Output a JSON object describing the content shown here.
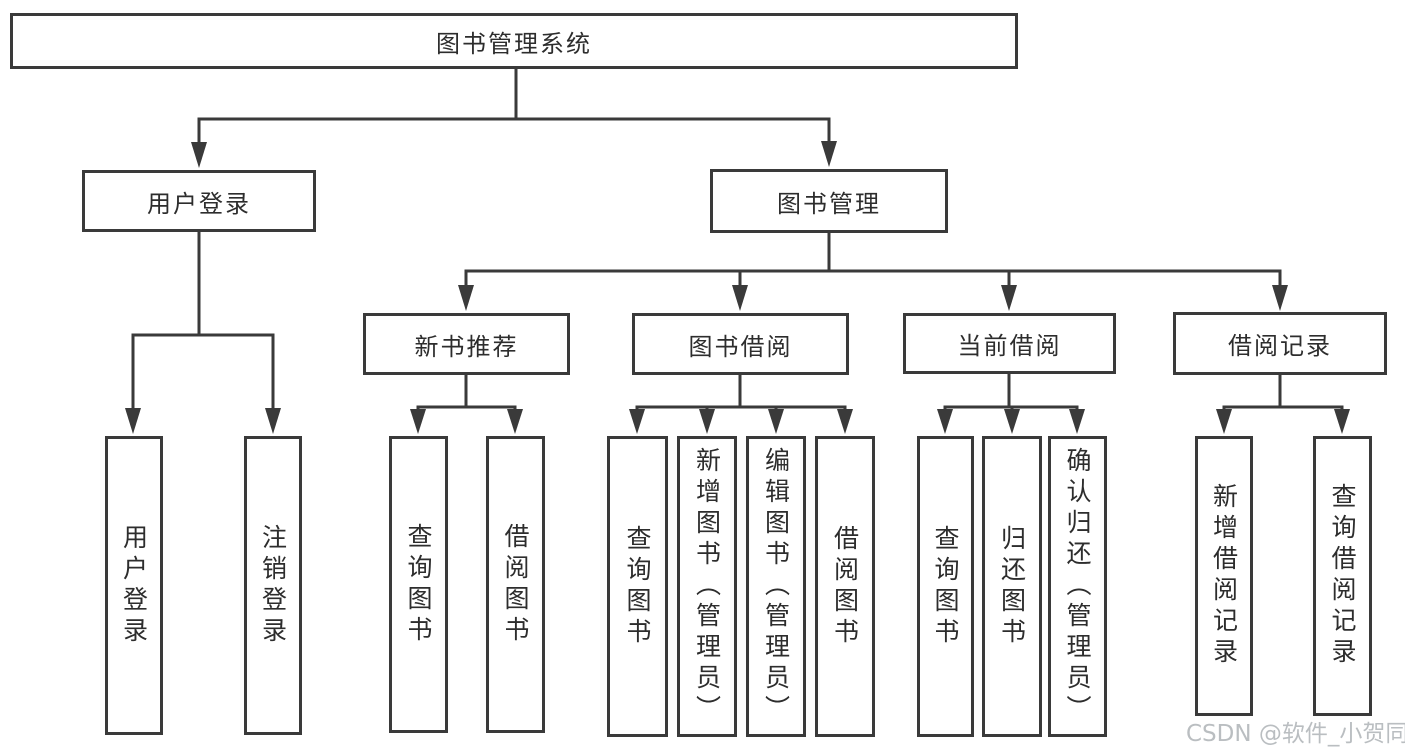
{
  "tree": {
    "root": {
      "label": "图书管理系统",
      "children": [
        {
          "label": "用户登录",
          "children": [
            {
              "label": "用户登录"
            },
            {
              "label": "注销登录"
            }
          ]
        },
        {
          "label": "图书管理",
          "children": [
            {
              "label": "新书推荐",
              "children": [
                {
                  "label": "查询图书"
                },
                {
                  "label": "借阅图书"
                }
              ]
            },
            {
              "label": "图书借阅",
              "children": [
                {
                  "label": "查询图书"
                },
                {
                  "label": "新增图书（管理员）"
                },
                {
                  "label": "编辑图书（管理员）"
                },
                {
                  "label": "借阅图书"
                }
              ]
            },
            {
              "label": "当前借阅",
              "children": [
                {
                  "label": "查询图书"
                },
                {
                  "label": "归还图书"
                },
                {
                  "label": "确认归还（管理员）"
                }
              ]
            },
            {
              "label": "借阅记录",
              "children": [
                {
                  "label": "新增借阅记录"
                },
                {
                  "label": "查询借阅记录"
                }
              ]
            }
          ]
        }
      ]
    }
  },
  "watermark": {
    "text": "CSDN @软件_小贺同学"
  },
  "colors": {
    "line": "#3a3a3a",
    "box_border": "#3a3a3a",
    "text": "#2d2d2d",
    "background": "#ffffff",
    "watermark": "#b6babe"
  }
}
